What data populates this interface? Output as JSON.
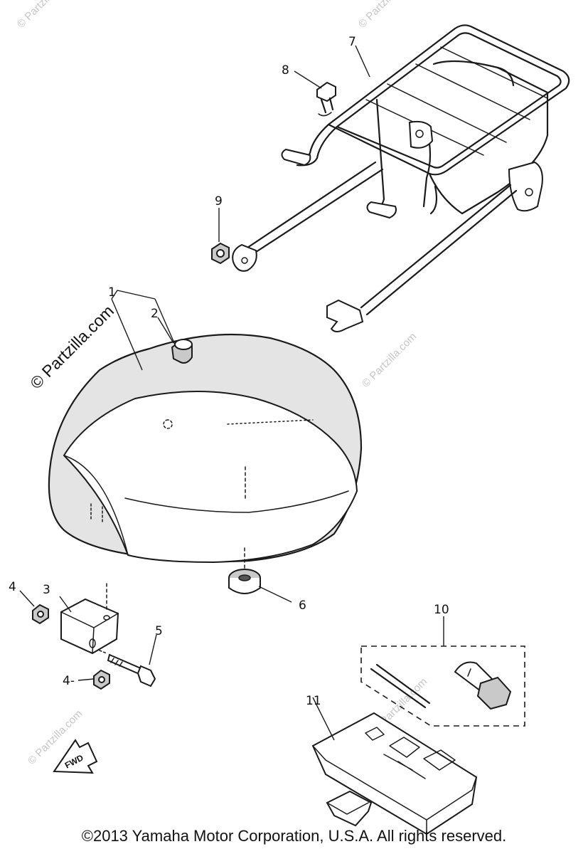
{
  "watermarks": {
    "main": "© Partzilla.com",
    "faint": "© Partzilla.com"
  },
  "callouts": {
    "c1": "1",
    "c2": "2",
    "c3": "3",
    "c4a": "4",
    "c4b": "4-",
    "c5": "5",
    "c6": "6",
    "c7": "7",
    "c8": "8",
    "c9": "9",
    "c10": "10",
    "c11": "11"
  },
  "fwd_label": "FWD",
  "copyright": "©2013 Yamaha Motor Corporation, U.S.A. All rights reserved."
}
